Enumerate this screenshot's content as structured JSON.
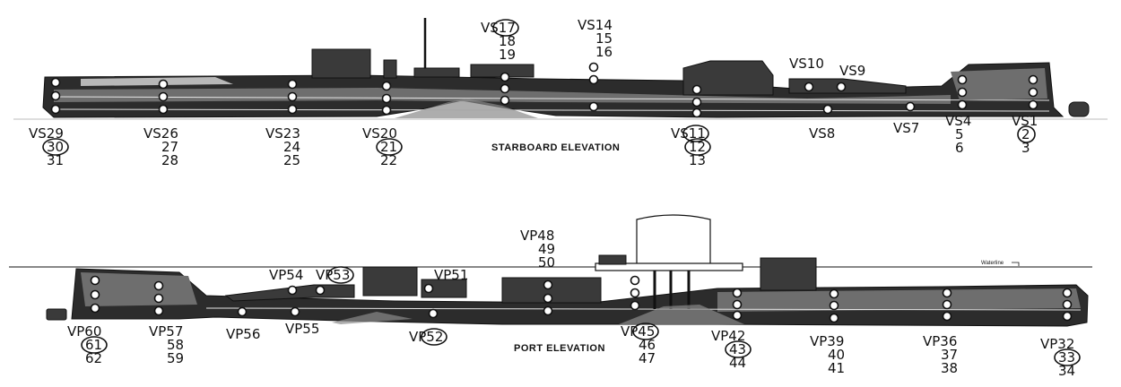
{
  "starboard": {
    "title": "STARBOARD ELEVATION",
    "labels": [
      {
        "id": "vs29",
        "lines": [
          "VS29",
          "30",
          "31"
        ],
        "circled": [
          1
        ]
      },
      {
        "id": "vs26",
        "lines": [
          "VS26",
          "27",
          "28"
        ],
        "circled": []
      },
      {
        "id": "vs23",
        "lines": [
          "VS23",
          "24",
          "25"
        ],
        "circled": []
      },
      {
        "id": "vs20",
        "lines": [
          "VS20",
          "21",
          "22"
        ],
        "circled": [
          1
        ]
      },
      {
        "id": "vs17",
        "lines": [
          "VS17",
          "18",
          "19"
        ],
        "circled": [
          0
        ]
      },
      {
        "id": "vs14",
        "lines": [
          "VS14",
          "15",
          "16"
        ],
        "circled": []
      },
      {
        "id": "vs11",
        "lines": [
          "VS11",
          "12",
          "13"
        ],
        "circled": [
          0,
          1
        ]
      },
      {
        "id": "vs10",
        "lines": [
          "VS10"
        ],
        "circled": []
      },
      {
        "id": "vs9",
        "lines": [
          "VS9"
        ],
        "circled": []
      },
      {
        "id": "vs8",
        "lines": [
          "VS8"
        ],
        "circled": []
      },
      {
        "id": "vs7",
        "lines": [
          "VS7"
        ],
        "circled": []
      },
      {
        "id": "vs4",
        "lines": [
          "VS4",
          "5",
          "6"
        ],
        "circled": []
      },
      {
        "id": "vs1",
        "lines": [
          "VS1",
          "2",
          "3"
        ],
        "circled": [
          1
        ]
      }
    ]
  },
  "port": {
    "title": "PORT ELEVATION",
    "waterline_label": "Waterline",
    "labels": [
      {
        "id": "vp60",
        "lines": [
          "VP60",
          "61",
          "62"
        ],
        "circled": [
          1
        ]
      },
      {
        "id": "vp57",
        "lines": [
          "VP57",
          "58",
          "59"
        ],
        "circled": []
      },
      {
        "id": "vp56",
        "lines": [
          "VP56"
        ],
        "circled": []
      },
      {
        "id": "vp55",
        "lines": [
          "VP55"
        ],
        "circled": []
      },
      {
        "id": "vp54",
        "lines": [
          "VP54"
        ],
        "circled": []
      },
      {
        "id": "vp53",
        "lines": [
          "VP53"
        ],
        "circled": [
          0
        ]
      },
      {
        "id": "vp52",
        "lines": [
          "VP52"
        ],
        "circled": [
          0
        ]
      },
      {
        "id": "vp51",
        "lines": [
          "VP51"
        ],
        "circled": []
      },
      {
        "id": "vp48",
        "lines": [
          "VP48",
          "49",
          "50"
        ],
        "circled": []
      },
      {
        "id": "vp45",
        "lines": [
          "VP45",
          "46",
          "47"
        ],
        "circled": [
          0
        ]
      },
      {
        "id": "vp42",
        "lines": [
          "VP42",
          "43",
          "44"
        ],
        "circled": [
          1
        ]
      },
      {
        "id": "vp39",
        "lines": [
          "VP39",
          "40",
          "41"
        ],
        "circled": []
      },
      {
        "id": "vp36",
        "lines": [
          "VP36",
          "37",
          "38"
        ],
        "circled": []
      },
      {
        "id": "vp32",
        "lines": [
          "VP32",
          "33",
          "34"
        ],
        "circled": [
          1
        ]
      }
    ]
  }
}
